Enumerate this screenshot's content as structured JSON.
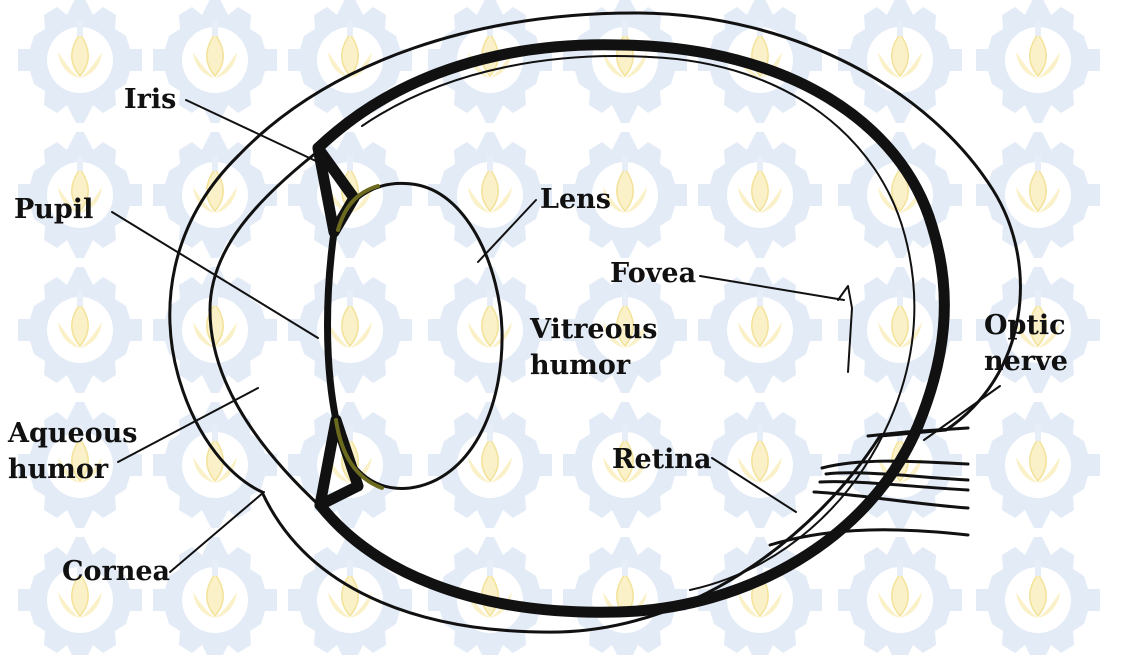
{
  "labels": {
    "iris": "Iris",
    "pupil": "Pupil",
    "lens": "Lens",
    "fovea": "Fovea",
    "vitreous_line1": "Vitreous",
    "vitreous_line2": "humor",
    "optic_line1": "Optic",
    "optic_line2": "nerve",
    "aqueous_line1": "Aqueous",
    "aqueous_line2": "humor",
    "retina": "Retina",
    "cornea": "Cornea"
  },
  "colors": {
    "line": "#111111",
    "lens_accent": "#6b6a1e",
    "watermark_gear": "#e3ebf7",
    "watermark_flame": "#fbf1c8"
  },
  "watermark": {
    "icon": "gear-lotus-emblem"
  }
}
